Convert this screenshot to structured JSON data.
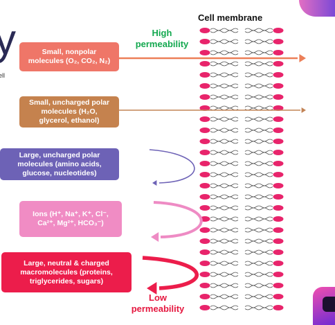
{
  "title": "Cell membrane",
  "high_label": [
    "High",
    "permeability"
  ],
  "low_label": [
    "Low",
    "permeability"
  ],
  "edge_text": {
    "big": "y",
    "small": "ell"
  },
  "boxes": [
    {
      "id": "small-nonpolar",
      "lines": [
        "Small, nonpolar",
        "molecules (O₂, CO₂, N₂)"
      ],
      "color": "#ef7668"
    },
    {
      "id": "small-polar",
      "lines": [
        "Small, uncharged polar",
        "molecules (H₂O,",
        "glycerol, ethanol)"
      ],
      "color": "#c5824e"
    },
    {
      "id": "large-polar",
      "lines": [
        "Large, uncharged polar",
        "molecules (amino acids,",
        "glucose, nucleotides)"
      ],
      "color": "#6d62b6"
    },
    {
      "id": "ions",
      "lines": [
        "Ions (H⁺, Na⁺, K⁺, Cl⁻,",
        "Ca²⁺, Mg²⁺, HCO₃⁻)"
      ],
      "color": "#f08cc4"
    },
    {
      "id": "macromolecules",
      "lines": [
        "Large, neutral & charged",
        "macromolecules (proteins,",
        "triglycerides, sugars)"
      ],
      "color": "#ec1d4b"
    }
  ],
  "colors": {
    "green": "#13a84f",
    "red": "#e5173f",
    "head": "#e8246b",
    "orange_arrow": "#ec7f58",
    "brown_arrow": "#c28355",
    "purple_arrow": "#6d62b6",
    "pink_arrow": "#ee8bc4",
    "red_arrow": "#ec1d4b",
    "tail": "#555555"
  }
}
